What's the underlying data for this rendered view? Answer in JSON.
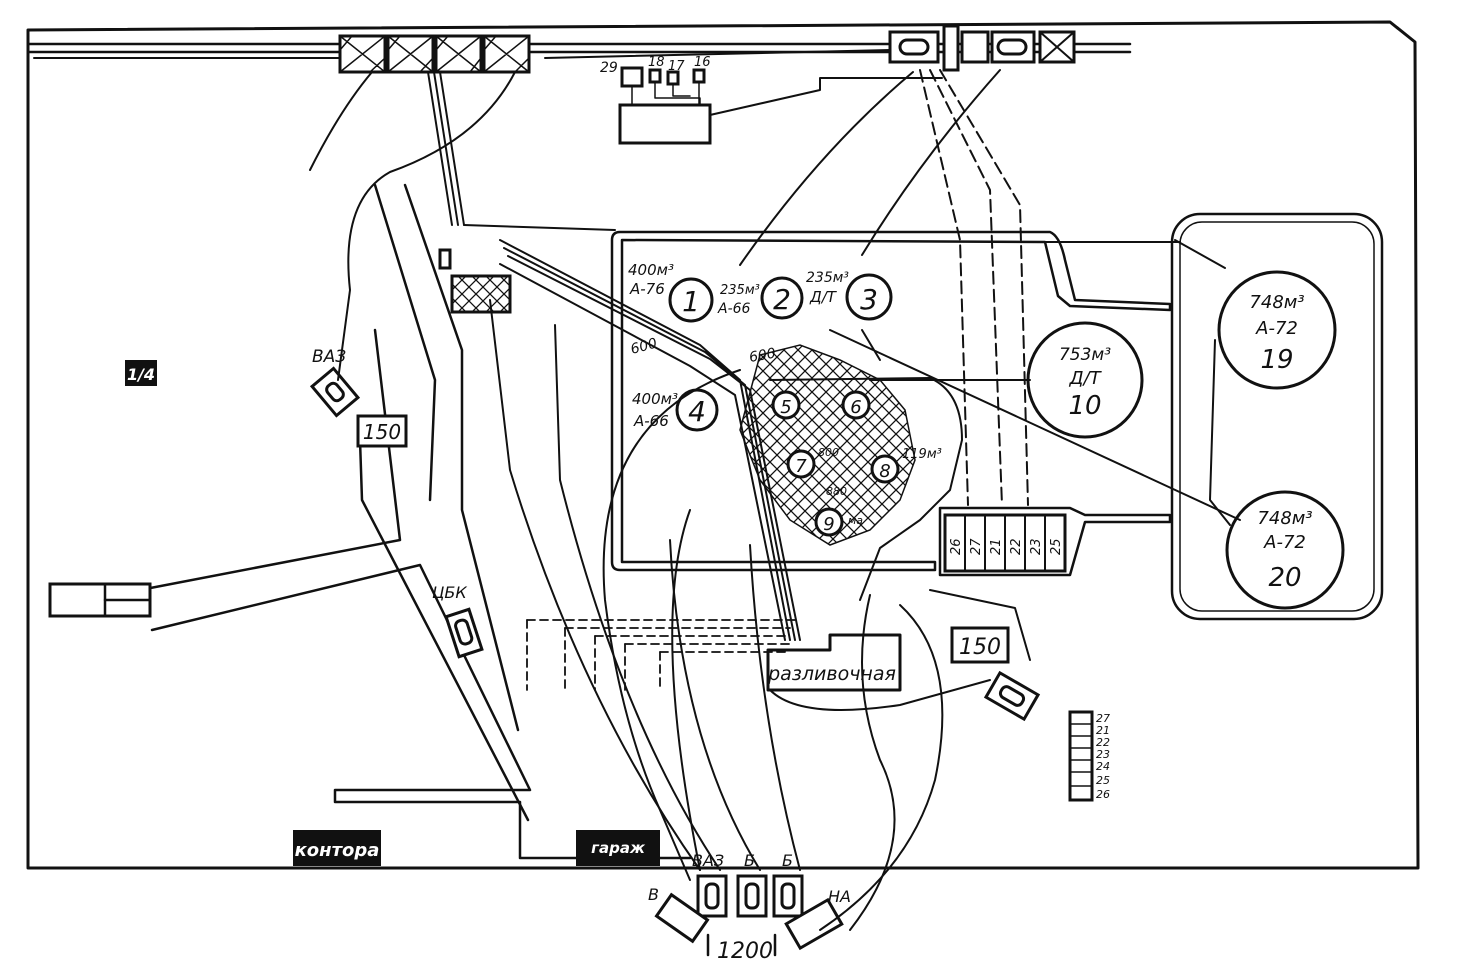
{
  "tanks": [
    {
      "id": "tank-1",
      "number": "1",
      "volume": "400м³",
      "product": "А-76"
    },
    {
      "id": "tank-2",
      "number": "2",
      "volume": "235м³",
      "product": "А-66"
    },
    {
      "id": "tank-3",
      "number": "3",
      "volume": "235м³",
      "product": "Д/Т"
    },
    {
      "id": "tank-4",
      "number": "4",
      "volume": "400м³",
      "product": "А-66"
    },
    {
      "id": "tank-10",
      "number": "10",
      "volume": "753м³",
      "product": "Д/Т"
    },
    {
      "id": "tank-19",
      "number": "19",
      "volume": "748м³",
      "product": "А-72"
    },
    {
      "id": "tank-20",
      "number": "20",
      "volume": "748м³",
      "product": "А-72"
    },
    {
      "id": "tank-5",
      "number": "5",
      "volume": "",
      "product": ""
    },
    {
      "id": "tank-6",
      "number": "6",
      "volume": "",
      "product": ""
    },
    {
      "id": "tank-7",
      "number": "7",
      "volume": "",
      "product": ""
    },
    {
      "id": "tank-8",
      "number": "8",
      "volume": "119м³",
      "product": ""
    },
    {
      "id": "tank-9",
      "number": "9",
      "volume": "",
      "product": ""
    }
  ],
  "labels": {
    "vaz": "ВАЗ",
    "sign_150_left": "150",
    "sign_150_right": "150",
    "tsbk": "ЦБК",
    "kontora": "контора",
    "garage": "гараж",
    "razlivochnaya": "разливочная",
    "vaz_bottom": "ВАЗ",
    "b1": "Б",
    "b2": "Б",
    "v_left": "В",
    "na": "НА",
    "gate_1200": "1200",
    "area_1_4": "1/4",
    "pipe_600_a": "600",
    "pipe_600_b": "600",
    "mini_800": "800",
    "mini_880": "880",
    "mini_ma": "ма"
  },
  "top_equipment": [
    "29",
    "18",
    "17",
    "16"
  ],
  "pump_house_numbers": [
    "26",
    "27",
    "21",
    "22",
    "23",
    "25"
  ],
  "legend_right": [
    "27",
    "21",
    "22",
    "23",
    "24",
    "25",
    "26"
  ]
}
